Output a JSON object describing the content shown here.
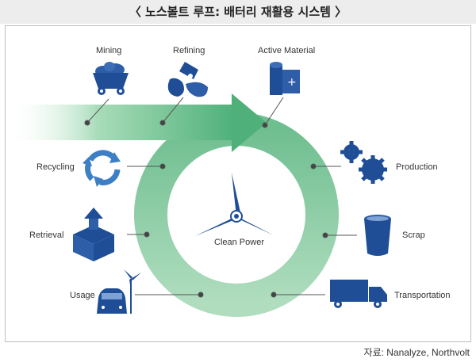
{
  "title": "〈 노스볼트 루프: 배터리 재활용 시스템 〉",
  "center_label": "Clean Power",
  "labels": {
    "mining": "Mining",
    "refining": "Refining",
    "active_material": "Active Material",
    "production": "Production",
    "scrap": "Scrap",
    "transportation": "Transportation",
    "usage": "Usage",
    "retrieval": "Retrieval",
    "recycling": "Recycling"
  },
  "source": "자료: Nanalyze, Northvolt",
  "colors": {
    "icon_blue": "#1f4e96",
    "ring_green": "#6fbf8f",
    "arrow_green": "#9ed8b2"
  }
}
